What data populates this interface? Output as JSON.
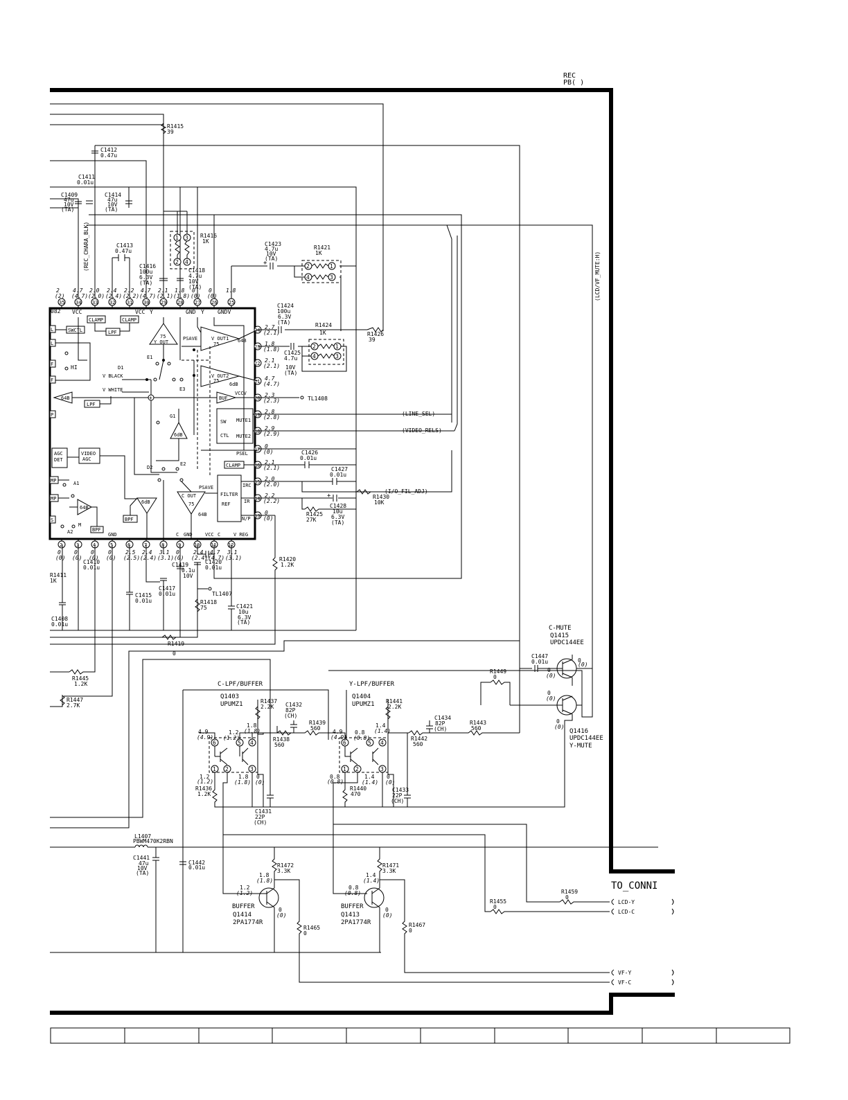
{
  "legend": {
    "rec": "REC",
    "pb": "PB( )"
  },
  "connector": {
    "title": "TO_CONNI",
    "pins": [
      "LCD-Y",
      "LCD-C",
      "VF-Y",
      "VF-C"
    ]
  },
  "ic": {
    "top_labels": [
      "VCC",
      "CLAMP",
      "VCC",
      "CLAMP",
      "Y",
      "GND",
      "Y",
      "GNDV",
      "LPF",
      "SWCTL",
      "HI"
    ],
    "blocks": {
      "y_out": "Y  OUT",
      "y_75": "75",
      "psave": "PSAVE",
      "vout1": "V OUT1",
      "vout2": "V OUT2",
      "buf": "BUF",
      "vccv": "VCCV",
      "sw_ctl": [
        "SW",
        "CTL"
      ],
      "mute1": "MUTE1",
      "mute2": "MUTE2",
      "psel": "PSEL",
      "clamp": "CLAMP",
      "filter_ref": [
        "FILTER",
        "REF"
      ],
      "irc": "IRC",
      "ir": "IR",
      "np": "N/P",
      "c_out": "C  OUT",
      "c_75": "75",
      "agc_det": [
        "AGC",
        "DET"
      ],
      "video_agc": [
        "VIDEO",
        "AGC"
      ],
      "bpf": "BPF",
      "db6": "6dB",
      "db64": "64B"
    },
    "switch_labels": [
      "D1",
      "V BLACK",
      "V WHITE",
      "E1",
      "E2",
      "E3",
      "G1",
      "D2",
      "A1",
      "A2",
      "M",
      "L",
      "H"
    ],
    "bottom_labels": [
      "GND",
      "C",
      "GND",
      "VCC",
      "C",
      "V  REG"
    ],
    "top_pin_numbers": [
      "35",
      "34",
      "33",
      "32",
      "31",
      "30",
      "29",
      "28",
      "27",
      "26",
      "25"
    ],
    "top_voltages": [
      [
        "2",
        "(2)"
      ],
      [
        "4.7",
        "(4.7)"
      ],
      [
        "2.0",
        "(2.0)"
      ],
      [
        "2.4",
        "(2.4)"
      ],
      [
        "2.2",
        "(2.2)"
      ],
      [
        "4.7",
        "(4.7)"
      ],
      [
        "2.1",
        "(2.1)"
      ],
      [
        "1.8",
        "(1.8)"
      ],
      [
        "0",
        "(0)"
      ],
      [
        "0",
        "(0)"
      ],
      [
        "1.8",
        ""
      ]
    ],
    "right_pins": [
      {
        "n": "24",
        "v": "2.7",
        "pv": "(2.1)"
      },
      {
        "n": "23",
        "v": "1.8",
        "pv": "(1.8)"
      },
      {
        "n": "22",
        "v": "2.1",
        "pv": "(2.1)"
      },
      {
        "n": "21",
        "v": "4.7",
        "pv": "(4.7)"
      },
      {
        "n": "20",
        "v": "2.3",
        "pv": "(2.3)"
      },
      {
        "n": "19",
        "v": "2.8",
        "pv": "(2.8)"
      },
      {
        "n": "18",
        "v": "2.9",
        "pv": "(2.9)"
      },
      {
        "n": "17",
        "v": "0",
        "pv": "(0)"
      },
      {
        "n": "16",
        "v": "2.1",
        "pv": "(2.1)"
      },
      {
        "n": "15",
        "v": "2.0",
        "pv": "(2.0)"
      },
      {
        "n": "14",
        "v": "2.2",
        "pv": "(2.2)"
      },
      {
        "n": "13",
        "v": "0",
        "pv": "(0)"
      }
    ],
    "bottom_pin_numbers": [
      "2",
      "3",
      "4",
      "5",
      "6",
      "7",
      "8",
      "9",
      "10",
      "11",
      "12"
    ],
    "bottom_voltages": [
      [
        "0",
        "(0)"
      ],
      [
        "0",
        "(0)"
      ],
      [
        "0",
        "(0)"
      ],
      [
        "0",
        "(0)"
      ],
      [
        "2.5",
        "(2.5)"
      ],
      [
        "2.4",
        "(2.4)"
      ],
      [
        "3.1",
        "(3.1)"
      ],
      [
        "0",
        "(0)"
      ],
      [
        "2.4",
        "(2.4)"
      ],
      [
        "4.7",
        "(4.7)"
      ],
      [
        "3.1",
        "(3.1)"
      ]
    ]
  },
  "signals": {
    "rec_chara_blk": "(REC_CHARA_BLK)",
    "lcd_vf_mute_h": "(LCD/VF_MUTE:H)",
    "line_sel": "(LINE_SEL)",
    "video_rels": "(VIDEO_RELS)",
    "i_o_fil_adj": "(I/O_FIL_ADJ)"
  },
  "test_points": {
    "tl1408": "TL1408",
    "tl1407": "TL1407"
  },
  "components": {
    "r1415": [
      "R1415",
      "39"
    ],
    "c1412": [
      "C1412",
      "0.47u"
    ],
    "c1411": [
      "C1411",
      "0.01u"
    ],
    "c1409": [
      "C1409",
      "47u",
      "10V",
      "(TA)"
    ],
    "c1414": [
      "C1414",
      "47u",
      "10V",
      "(TA)"
    ],
    "c1413": [
      "C1413",
      "0.47u"
    ],
    "c1416": [
      "C1416",
      "100u",
      "6.3V",
      "(TA)"
    ],
    "c1418": [
      "C1418",
      "4.7u",
      "10V",
      "(TA)"
    ],
    "r1416": [
      "R1416",
      "1K"
    ],
    "c1423": [
      "C1423",
      "4.7u",
      "10V",
      "(TA)"
    ],
    "r1421": [
      "R1421",
      "1K"
    ],
    "c1424": [
      "C1424",
      "100u",
      "6.3V",
      "(TA)"
    ],
    "r1424": [
      "R1424",
      "1K"
    ],
    "r1426": [
      "R1426",
      "39"
    ],
    "c1425": [
      "C1425",
      "4.7u",
      "10V",
      "(TA)"
    ],
    "c1426": [
      "C1426",
      "0.01u"
    ],
    "c1427": [
      "C1427",
      "0.01u"
    ],
    "r1430": [
      "R1430",
      "10K"
    ],
    "r1425": [
      "R1425",
      "27K"
    ],
    "c1428": [
      "C1428",
      "10u",
      "6.3V",
      "(TA)"
    ],
    "r1420": [
      "R1420",
      "1.2K"
    ],
    "r1411": [
      "R1411",
      "1K"
    ],
    "c1408": [
      "C1408",
      "0.01u"
    ],
    "c1410": [
      "C1410",
      "0.01u"
    ],
    "c1415": [
      "C1415",
      "0.01u"
    ],
    "c1417": [
      "C1417",
      "0.01u"
    ],
    "c1419": [
      "C1419",
      "0.1u",
      "10V"
    ],
    "c1420": [
      "C1420",
      "0.01u"
    ],
    "r1418": [
      "R1418",
      "75"
    ],
    "c1421": [
      "C1421",
      "10u",
      "6.3V",
      "(TA)"
    ],
    "r1419": [
      "R1419",
      "0"
    ],
    "r1445": [
      "R1445",
      "1.2K"
    ],
    "r1447": [
      "R1447",
      "2.7K"
    ],
    "c1447": [
      "C1447",
      "0.01u"
    ],
    "r1449": [
      "R1449",
      "0"
    ],
    "r1437": [
      "R1437",
      "2.2K"
    ],
    "c1432": [
      "C1432",
      "82P",
      "(CH)"
    ],
    "r1439": [
      "R1439",
      "560"
    ],
    "r1438": [
      "R1438",
      "560"
    ],
    "r1436": [
      "R1436",
      "1.2K"
    ],
    "c1431": [
      "C1431",
      "22P",
      "(CH)"
    ],
    "r1441": [
      "R1441",
      "2.2K"
    ],
    "c1434": [
      "C1434",
      "82P",
      "(CH)"
    ],
    "r1443": [
      "R1443",
      "560"
    ],
    "r1442": [
      "R1442",
      "560"
    ],
    "r1440": [
      "R1440",
      "470"
    ],
    "c1433": [
      "C1433",
      "22P",
      "(CH)"
    ],
    "l1407": [
      "L1407",
      "PBWM470K2RBN"
    ],
    "c1441": [
      "C1441",
      "47u",
      "10V",
      "(TA)"
    ],
    "c1442": [
      "C1442",
      "0.01u"
    ],
    "r1472": [
      "R1472",
      "3.3K"
    ],
    "r1471": [
      "R1471",
      "3.3K"
    ],
    "r1465": [
      "R1465",
      "0"
    ],
    "r1467": [
      "R1467",
      "0"
    ],
    "r1455": [
      "R1455",
      "0"
    ],
    "r1459": [
      "R1459",
      "0"
    ]
  },
  "transistors": {
    "q1415": [
      "C-MUTE",
      "Q1415",
      "UPDC144EE"
    ],
    "q1416": [
      "Q1416",
      "UPDC144EE",
      "Y-MUTE"
    ],
    "q1403": [
      "C-LPF/BUFFER",
      "Q1403",
      "UPUMZ1"
    ],
    "q1404": [
      "Y-LPF/BUFFER",
      "Q1404",
      "UPUMZ1"
    ],
    "q1414": [
      "BUFFER",
      "Q1414",
      "2PA1774R"
    ],
    "q1413": [
      "BUFFER",
      "Q1413",
      "2PA1774R"
    ]
  },
  "transistor_voltages": {
    "q1415_v": [
      "0",
      "(0)",
      "0",
      "(0)"
    ],
    "q1416_v": [
      "0",
      "(0)",
      "0",
      "(0)"
    ],
    "q1403_v": [
      "4.9",
      "(4.9)",
      "1.2",
      "(1.2)",
      "1.8",
      "(1.8)",
      "1.2",
      "(1.2)",
      "1.8",
      "(1.8)",
      "0",
      "(0)"
    ],
    "q1404_v": [
      "4.9",
      "(4.9)",
      "0.8",
      "(0.8)",
      "1.4",
      "(1.4)",
      "0.8",
      "(0.8)",
      "1.4",
      "(1.4)",
      "0",
      "(0)"
    ],
    "q1414_v": [
      "1.8",
      "(1.8)",
      "1.2",
      "(1.2)",
      "0",
      "(0)"
    ],
    "q1413_v": [
      "1.4",
      "(1.4)",
      "0.8",
      "(0.8)",
      "0",
      "(0)"
    ]
  },
  "title_block_cells": 10
}
